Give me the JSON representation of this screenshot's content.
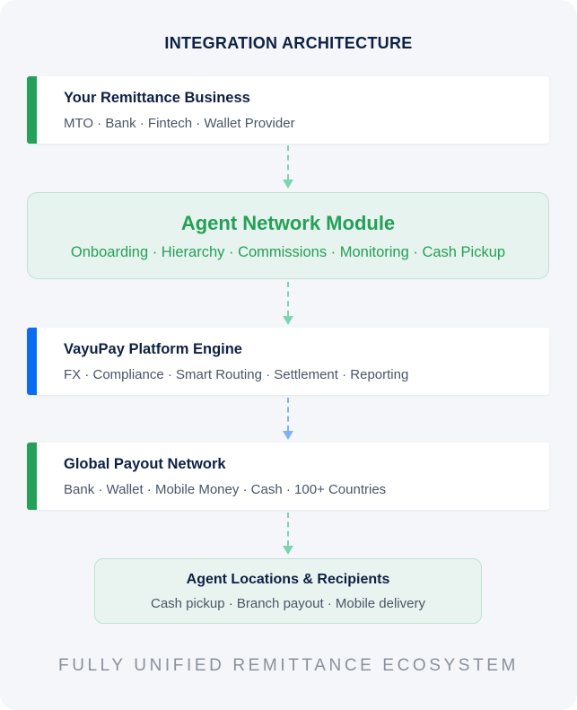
{
  "title": "INTEGRATION ARCHITECTURE",
  "colors": {
    "green": "#24a058",
    "blue": "#0a6cf0",
    "navy": "#0e2143",
    "arrow_green": "#7fd3b0",
    "arrow_blue": "#7fb2f0"
  },
  "business": {
    "title": "Your Remittance Business",
    "subtitle": "MTO · Bank · Fintech · Wallet Provider"
  },
  "module": {
    "title": "Agent Network Module",
    "subtitle": "Onboarding · Hierarchy · Commissions · Monitoring · Cash Pickup"
  },
  "engine": {
    "title": "VayuPay Platform Engine",
    "subtitle": "FX · Compliance · Smart Routing · Settlement · Reporting"
  },
  "payout": {
    "title": "Global Payout Network",
    "subtitle": "Bank · Wallet · Mobile Money · Cash · 100+ Countries"
  },
  "recipients": {
    "title": "Agent Locations & Recipients",
    "subtitle": "Cash pickup · Branch payout · Mobile delivery"
  },
  "footer": "FULLY UNIFIED REMITTANCE ECOSYSTEM"
}
